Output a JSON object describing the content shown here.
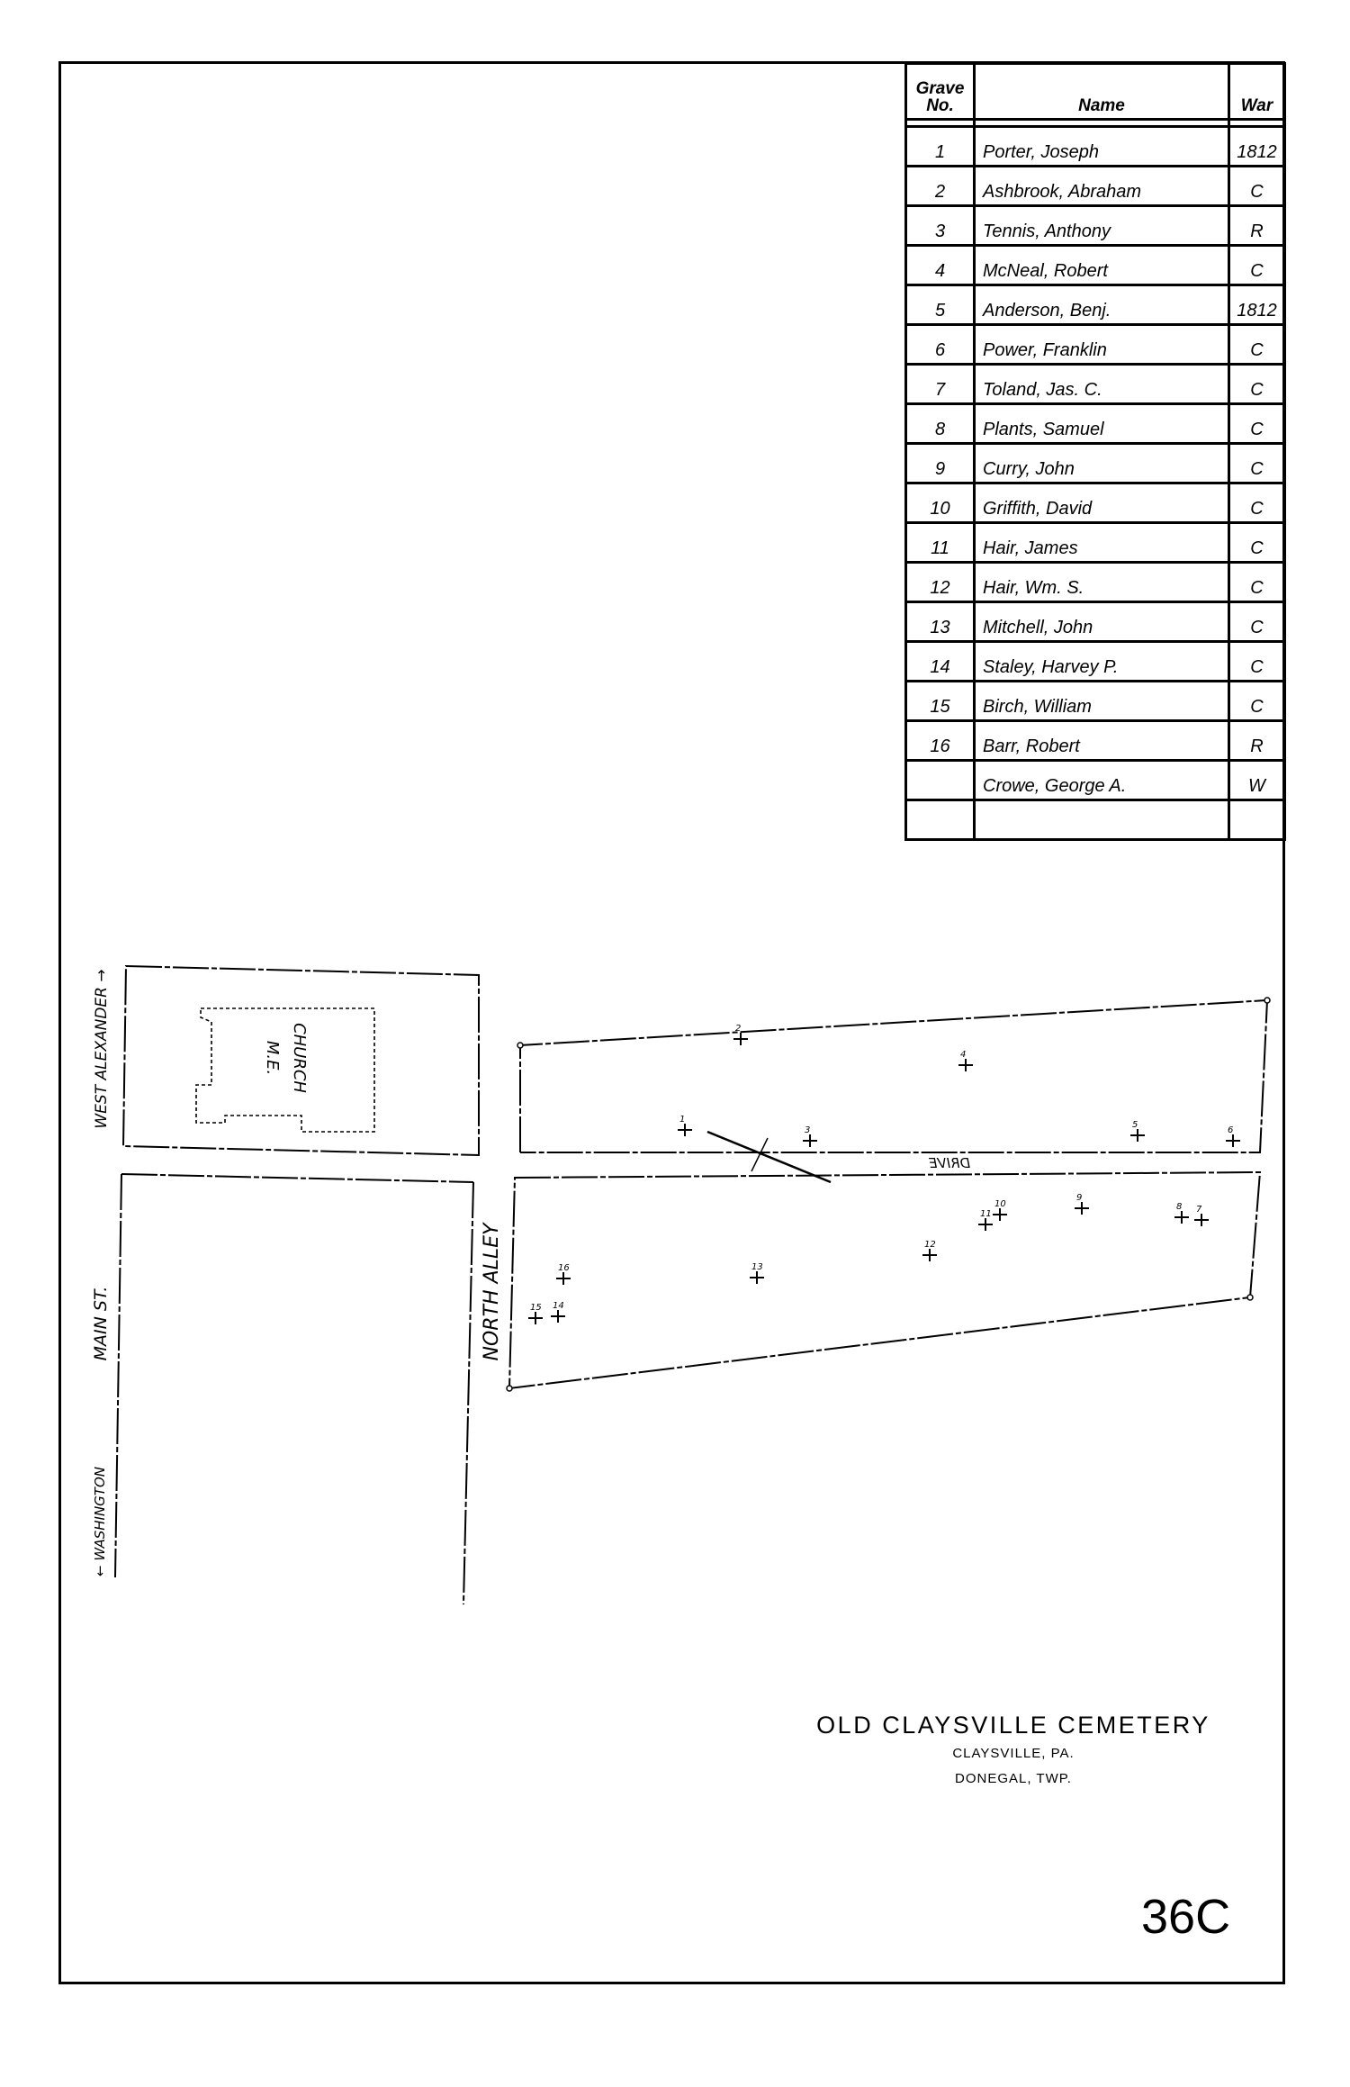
{
  "table": {
    "headers": {
      "grave_no": "Grave No.",
      "name": "Name",
      "war": "War"
    },
    "rows": [
      {
        "no": "1",
        "name": "Porter, Joseph",
        "war": "1812"
      },
      {
        "no": "2",
        "name": "Ashbrook, Abraham",
        "war": "C"
      },
      {
        "no": "3",
        "name": "Tennis, Anthony",
        "war": "R"
      },
      {
        "no": "4",
        "name": "McNeal, Robert",
        "war": "C"
      },
      {
        "no": "5",
        "name": "Anderson, Benj.",
        "war": "1812"
      },
      {
        "no": "6",
        "name": "Power, Franklin",
        "war": "C"
      },
      {
        "no": "7",
        "name": "Toland, Jas. C.",
        "war": "C"
      },
      {
        "no": "8",
        "name": "Plants, Samuel",
        "war": "C"
      },
      {
        "no": "9",
        "name": "Curry, John",
        "war": "C"
      },
      {
        "no": "10",
        "name": "Griffith, David",
        "war": "C"
      },
      {
        "no": "11",
        "name": "Hair, James",
        "war": "C"
      },
      {
        "no": "12",
        "name": "Hair, Wm. S.",
        "war": "C"
      },
      {
        "no": "13",
        "name": "Mitchell, John",
        "war": "C"
      },
      {
        "no": "14",
        "name": "Staley, Harvey P.",
        "war": "C"
      },
      {
        "no": "15",
        "name": "Birch, William",
        "war": "C"
      },
      {
        "no": "16",
        "name": "Barr, Robert",
        "war": "R"
      },
      {
        "no": "",
        "name": "Crowe, George A.",
        "war": "W"
      },
      {
        "no": "",
        "name": "",
        "war": ""
      }
    ]
  },
  "map": {
    "streets": {
      "west_alexander": "WEST ALEXANDER →",
      "main_st": "MAIN ST.",
      "washington": "← WASHINGTON",
      "north_alley": "NORTH ALLEY",
      "drive": "DRIVE"
    },
    "church": [
      "M.E.",
      "CHURCH"
    ],
    "grave_markers": [
      "1",
      "2",
      "3",
      "4",
      "5",
      "6",
      "7",
      "8",
      "9",
      "10",
      "11",
      "12",
      "13",
      "14",
      "15",
      "16"
    ]
  },
  "title": {
    "main": "OLD CLAYSVILLE CEMETERY",
    "place": "CLAYSVILLE, PA.",
    "township": "DONEGAL, TWP."
  },
  "page_label": "36C"
}
